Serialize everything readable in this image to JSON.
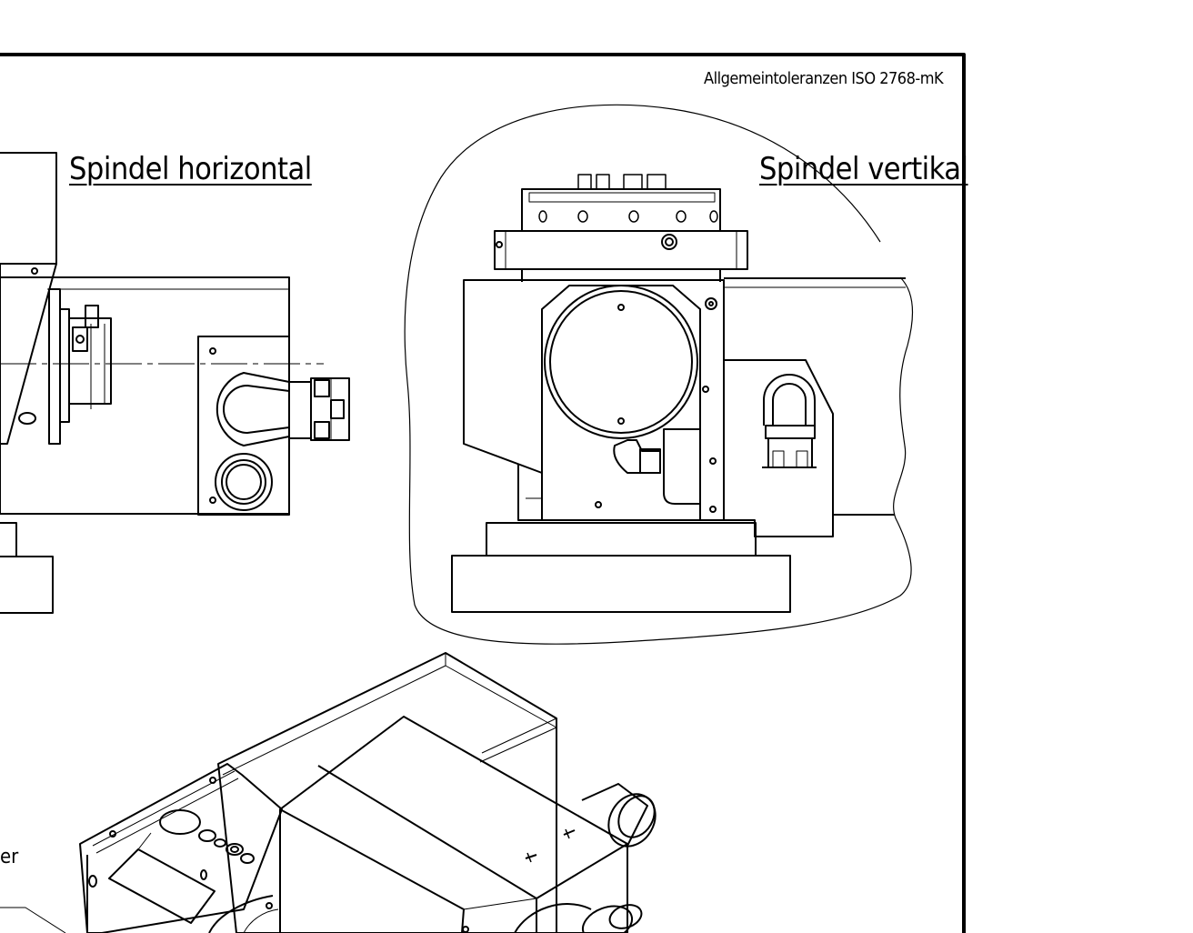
{
  "title_block": {
    "tolerance_note": "Allgemeintoleranzen ISO 2768-mK"
  },
  "views": {
    "horizontal_label": "Spindel horizontal",
    "vertical_label": "Spindel vertikal"
  },
  "callout": {
    "partial_text": "er"
  },
  "colors": {
    "line": "#000000",
    "paper": "#ffffff"
  }
}
